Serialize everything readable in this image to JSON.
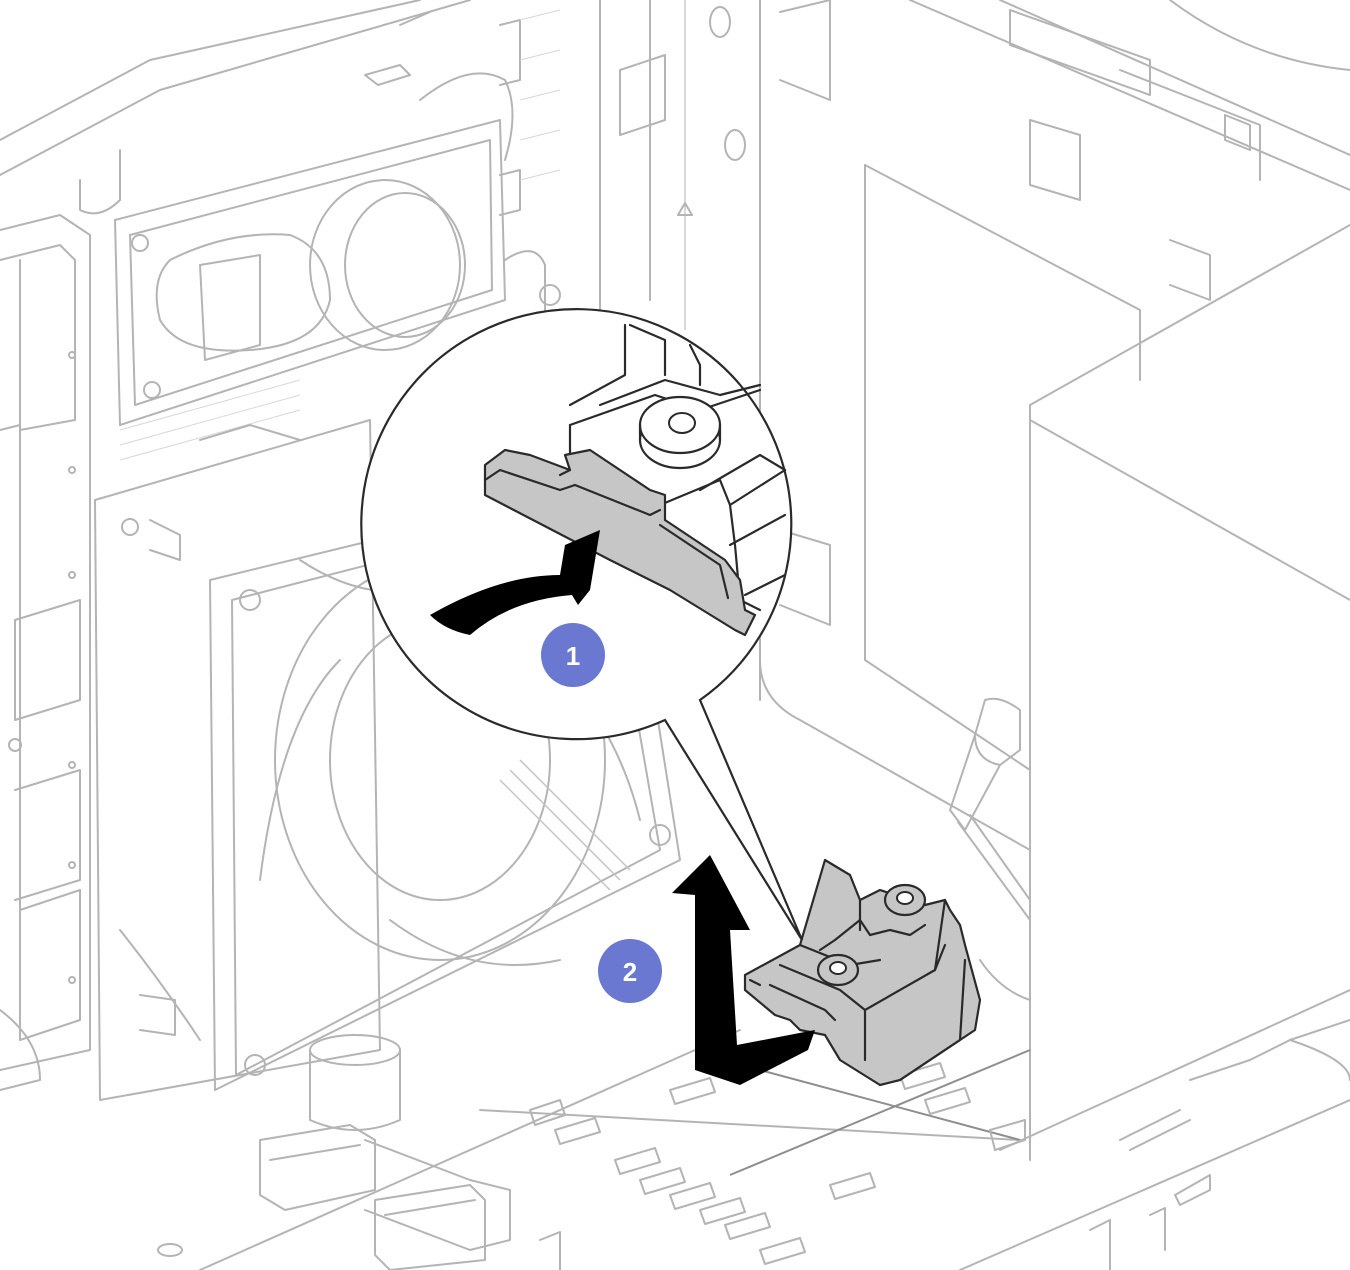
{
  "steps": [
    {
      "number": "1",
      "action": "rotate-release-latch"
    },
    {
      "number": "2",
      "action": "lift-and-slide-out"
    }
  ],
  "colors": {
    "badge": "#6a78d1",
    "arrow": "#000000",
    "highlight_part": "#c6c6c6",
    "line_art": "#b4b4b4",
    "background": "#ffffff"
  }
}
